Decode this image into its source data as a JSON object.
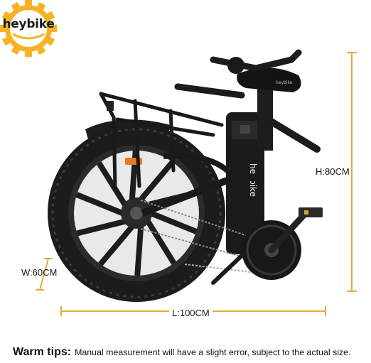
{
  "brand": {
    "logo_text": "heybike",
    "logo_color": "#f5b324"
  },
  "product": {
    "frame_text": "heybike",
    "seat_text": "heybike",
    "frame_color": "#1b1b1b",
    "accent_color": "#e8791e"
  },
  "dimensions": {
    "line_color": "#e8a93a",
    "height_label": "H:80CM",
    "width_label": "W:60CM",
    "length_label": "L:100CM"
  },
  "tips": {
    "lead": "Warm tips:",
    "text": "Manual measurement will have a slight error, subject to the actual size."
  }
}
